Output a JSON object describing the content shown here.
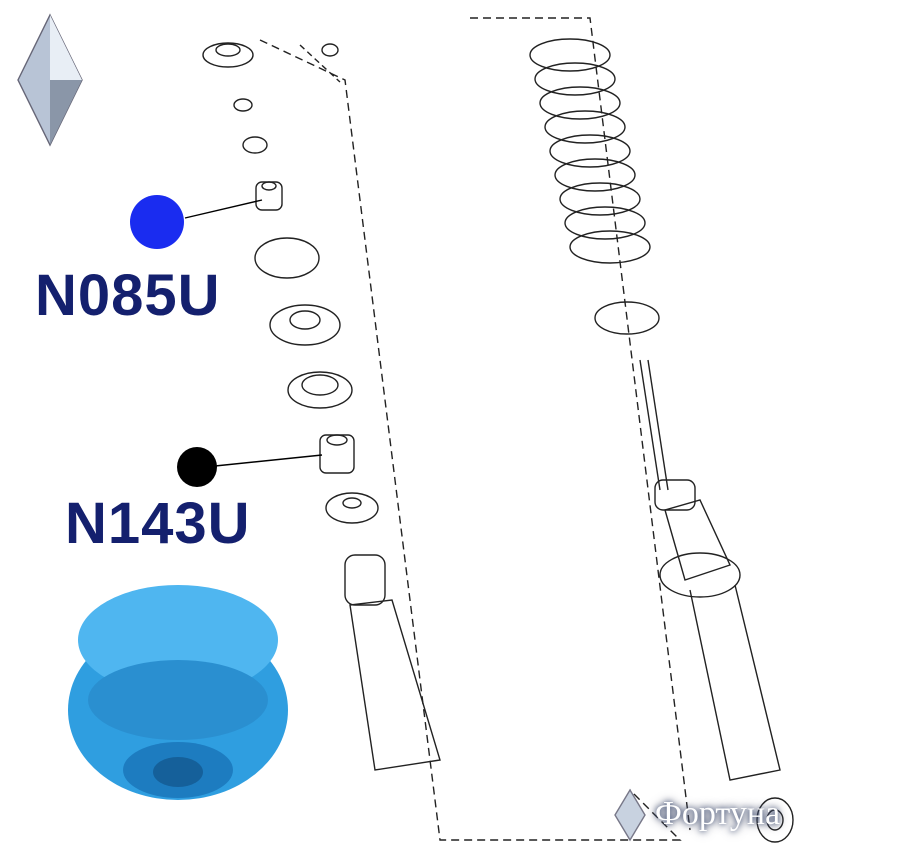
{
  "parts": [
    {
      "code": "N085U",
      "marker_color": "#1a2cf0"
    },
    {
      "code": "N143U",
      "marker_color": "#000000"
    }
  ],
  "watermark": {
    "text": "Фортуна"
  },
  "colors": {
    "label": "#14206e",
    "product": "#2f9ee0"
  }
}
